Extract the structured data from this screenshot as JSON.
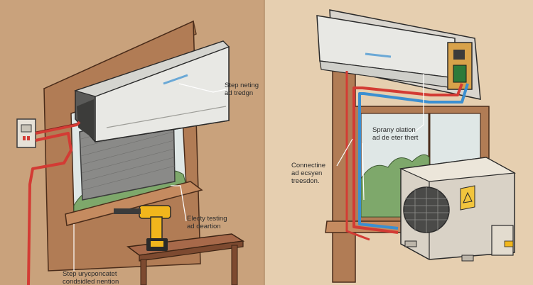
{
  "labels": {
    "left_top": {
      "line1": "Step neting",
      "line2": "ad tredgn"
    },
    "left_middle": {
      "line1": "Electy testing",
      "line2": "ad deartion"
    },
    "left_bottom": {
      "line1": "Step urycponcatet",
      "line2": "condsidled nention"
    },
    "right_top": {
      "line1": "Sprany olation",
      "line2": "ad de eter thert"
    },
    "right_left": {
      "line1": "Connectine",
      "line2": "ad ecsyen",
      "line3": "treesdon."
    }
  },
  "colors": {
    "left_background": "#c9a27c",
    "right_background": "#e6cfb0",
    "wall_trim": "#9b6e4e",
    "indoor_unit": "#e8e8e4",
    "outdoor_unit": "#d9d2c6",
    "refrigerant_red": "#d33b34",
    "refrigerant_blue": "#3b8fd1",
    "foliage_green": "#7ea86b",
    "drill_yellow": "#f1b61c",
    "warning_yellow": "#f2c53d"
  }
}
